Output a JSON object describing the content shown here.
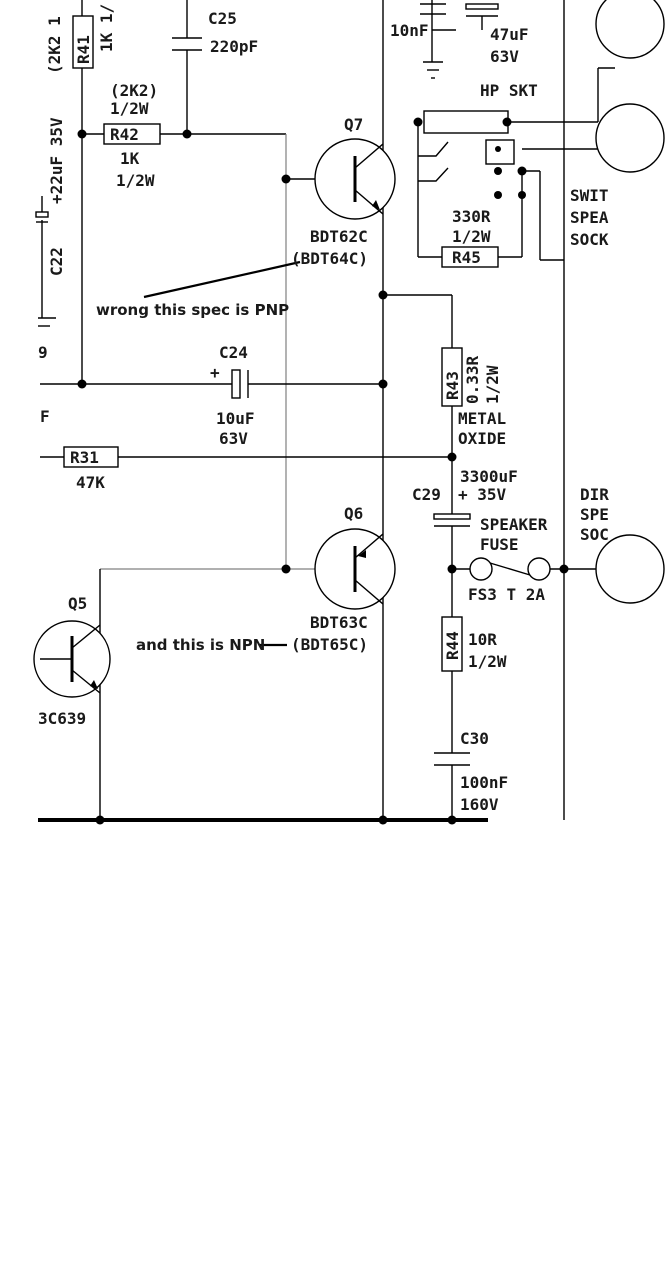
{
  "diagram": {
    "components": {
      "r41": {
        "ref": "R41",
        "value": "1K 1/",
        "alt": "(2K2 1"
      },
      "c25": {
        "ref": "C25",
        "value": "220pF"
      },
      "c22": {
        "ref": "C22",
        "value": "+22uF 35V"
      },
      "r42": {
        "ref": "R42",
        "alt": "(2K2)",
        "rating_alt": "1/2W",
        "value": "1K",
        "rating": "1/2W"
      },
      "q7": {
        "ref": "Q7",
        "part": "BDT62C",
        "alt": "(BDT64C)"
      },
      "c_top": {
        "value": "10nF"
      },
      "c_top2": {
        "value": "47uF",
        "rating": "63V"
      },
      "hp": {
        "label": "HP SKT"
      },
      "r45": {
        "ref": "R45",
        "value": "330R",
        "rating": "1/2W"
      },
      "switch_label": [
        "SWIT",
        "SPEA",
        "SOCK"
      ],
      "c24": {
        "ref": "C24",
        "plus": "+",
        "value": "10uF",
        "rating": "63V"
      },
      "r43": {
        "ref": "R43",
        "value": "0.33R",
        "rating": "1/2W",
        "type1": "METAL",
        "type2": "OXIDE"
      },
      "r31": {
        "ref": "R31",
        "value": "47K"
      },
      "c29": {
        "ref": "C29",
        "value": "3300uF",
        "rating": "+ 35V"
      },
      "fuse": {
        "line1": "SPEAKER",
        "line2": "FUSE",
        "ref": "FS3 T 2A"
      },
      "dir_label": [
        "DIR",
        "SPE",
        "SOC"
      ],
      "q6": {
        "ref": "Q6",
        "part": "BDT63C",
        "alt": "(BDT65C)"
      },
      "q5": {
        "ref": "Q5",
        "part": "3C639"
      },
      "r44": {
        "ref": "R44",
        "value": "10R",
        "rating": "1/2W"
      },
      "c30": {
        "ref": "C30",
        "value": "100nF",
        "rating": "160V"
      },
      "edge": {
        "nine": "9",
        "f": "F"
      }
    },
    "annotations": {
      "pnp_note": "wrong this spec is PNP",
      "npn_note": "and this is NPN"
    }
  }
}
